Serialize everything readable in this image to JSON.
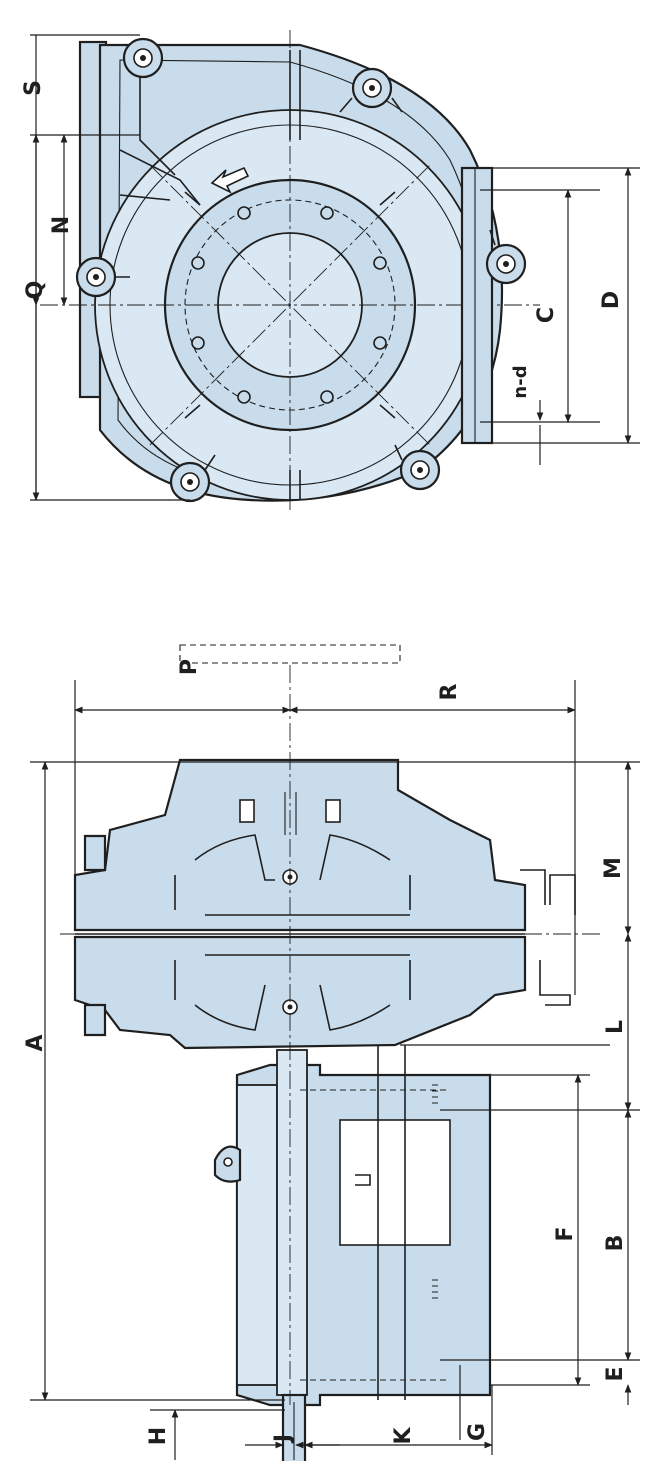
{
  "colors": {
    "line": "#1f1f1f",
    "fill": "#c8dceb",
    "fill_light": "#d9e8f3"
  },
  "labels": {
    "A": "A",
    "B": "B",
    "C": "C",
    "D": "D",
    "E": "E",
    "F": "F",
    "G": "G",
    "H": "H",
    "J": "J",
    "K": "K",
    "L": "L",
    "M": "M",
    "N": "N",
    "P": "P",
    "Q": "Q",
    "R": "R",
    "S": "S",
    "nd": "n-d"
  }
}
